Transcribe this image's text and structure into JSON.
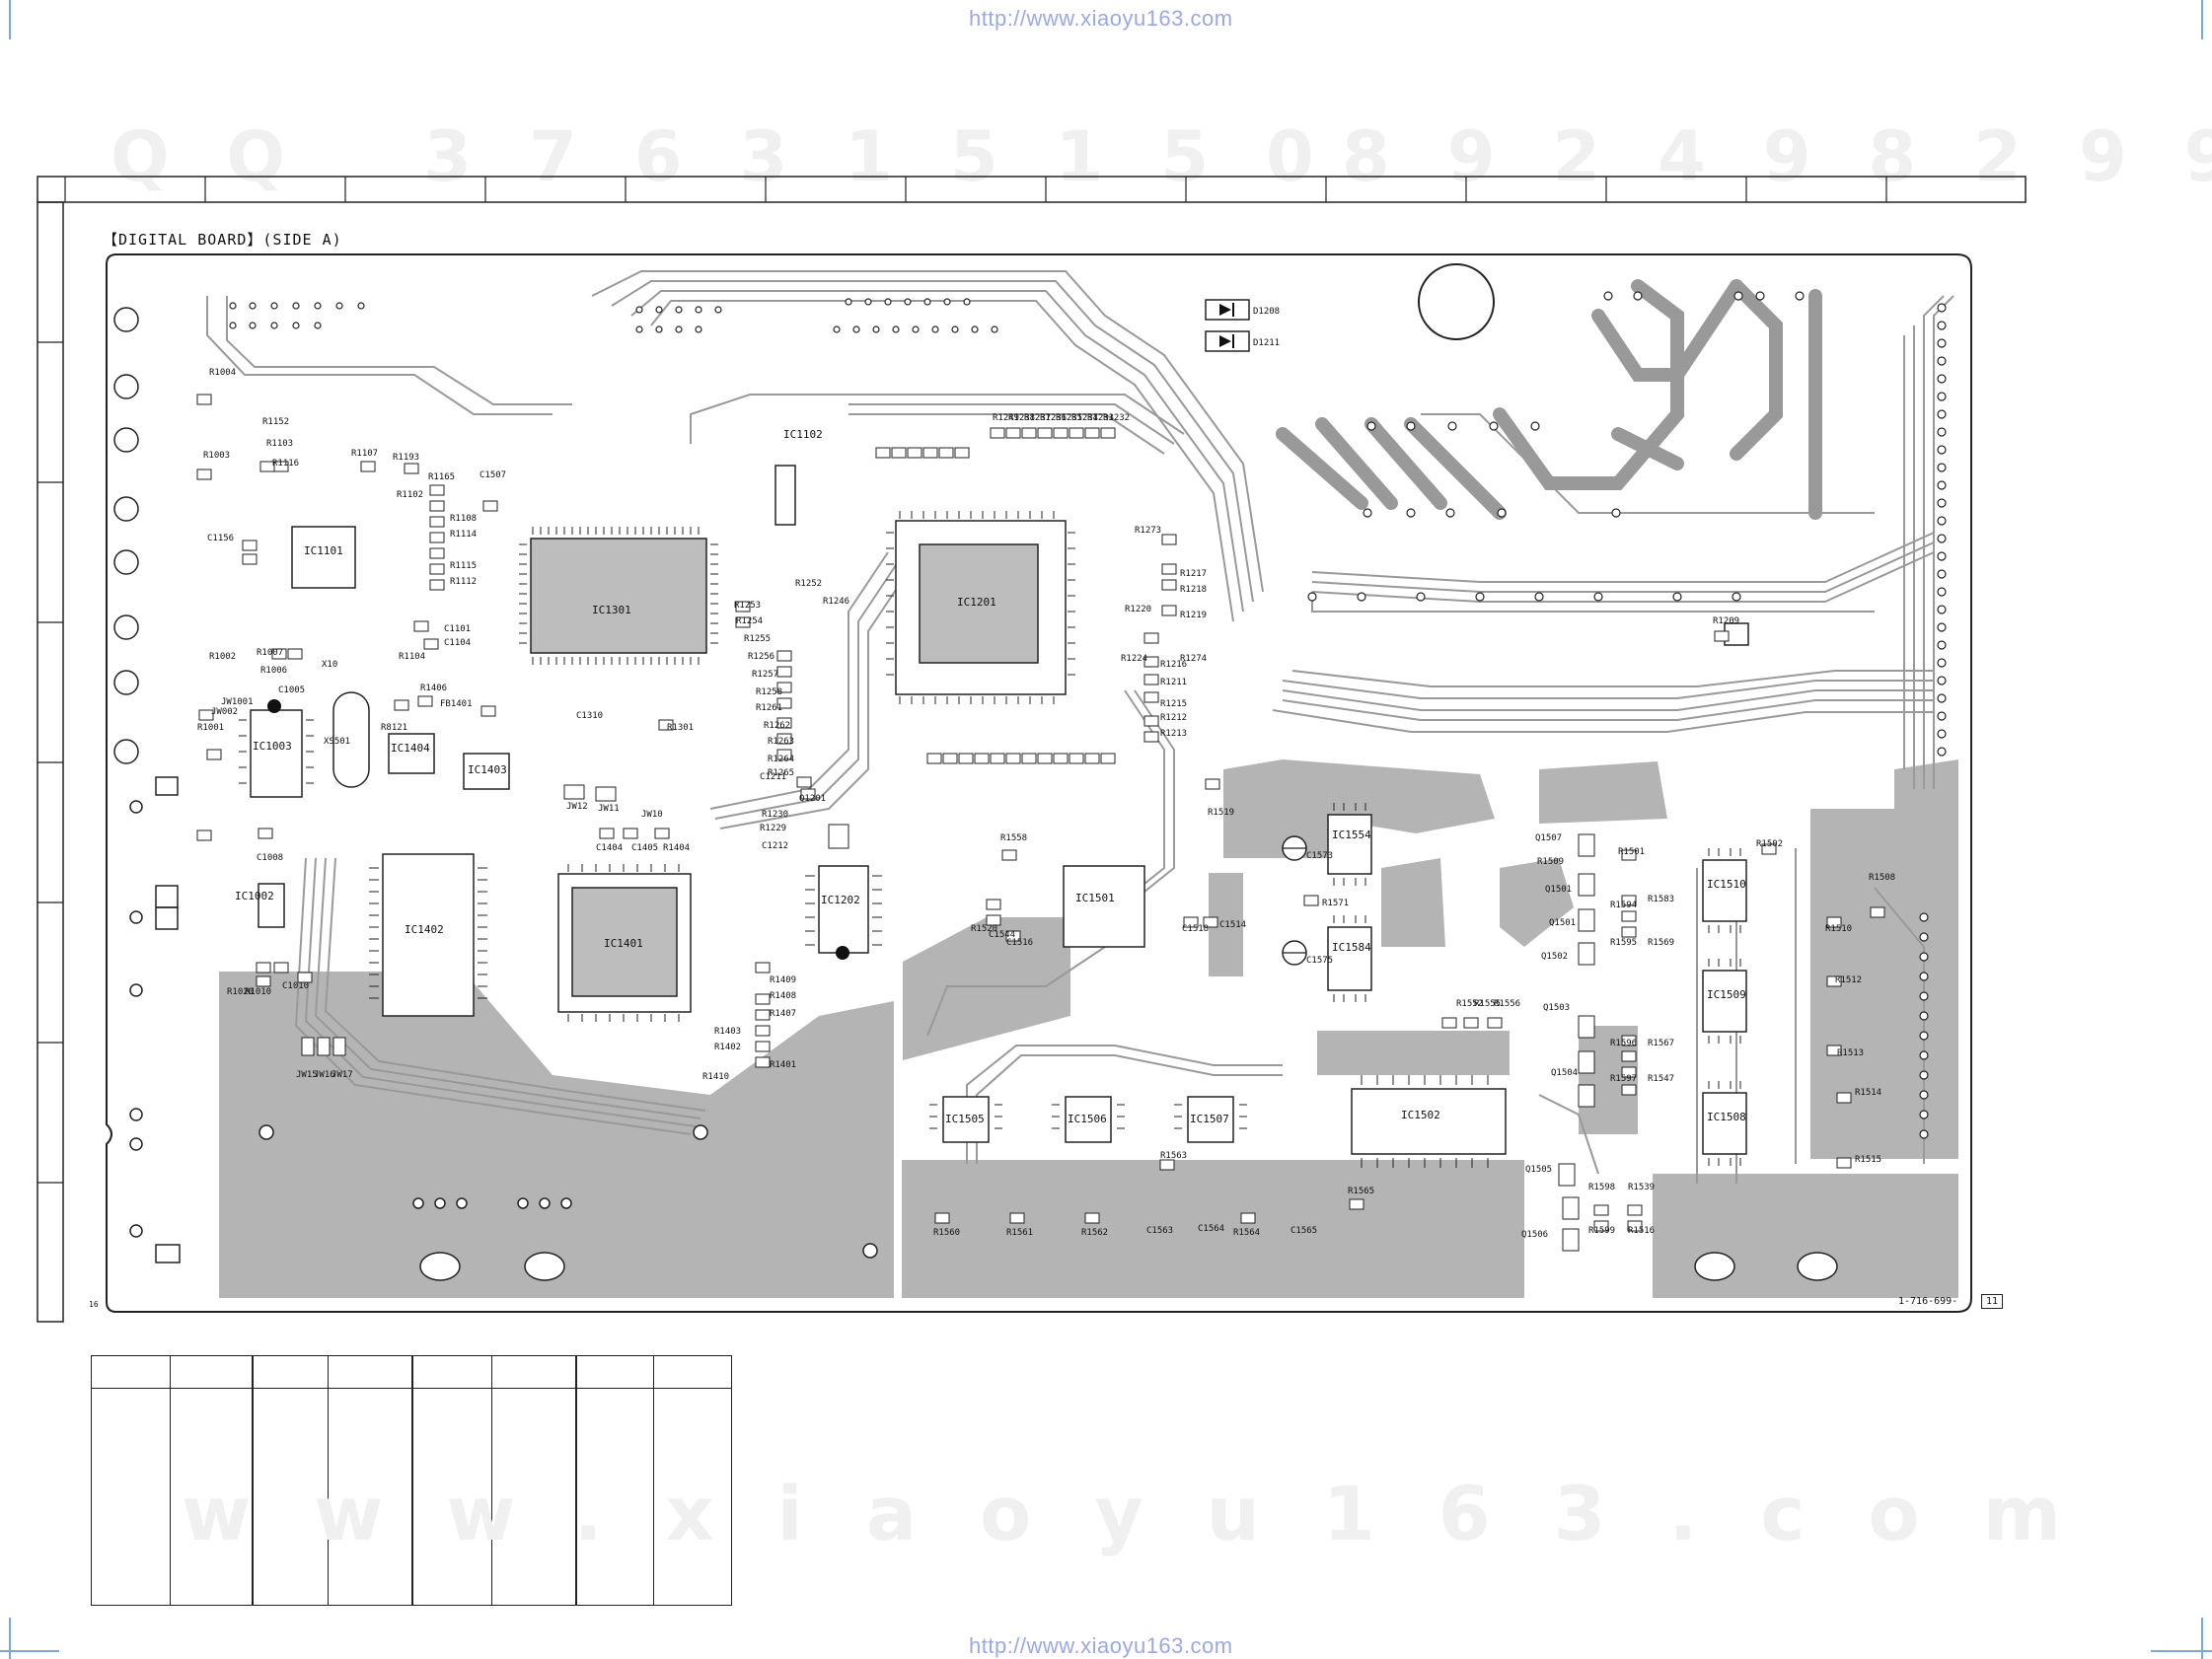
{
  "source_url_top": "http://www.xiaoyu163.com",
  "source_url_bottom": "http://www.xiaoyu163.com",
  "watermark_top_left": "QQ 376315150",
  "watermark_top_right": "892498299",
  "watermark_bottom": "www.xiaoyu163.com",
  "board_title": "【DIGITAL BOARD】(SIDE A)",
  "board_code": "1-716-699-",
  "board_code_suffix": "11",
  "corner_label": "16",
  "colors": {
    "trace": "#999999",
    "copper_fill": "#b4b4b4",
    "line": "#222222",
    "url": "#9aa8e6"
  },
  "ics": [
    {
      "ref": "IC1301"
    },
    {
      "ref": "IC1201"
    },
    {
      "ref": "IC1101"
    },
    {
      "ref": "IC1003"
    },
    {
      "ref": "IC1402"
    },
    {
      "ref": "IC1401"
    },
    {
      "ref": "IC1202"
    },
    {
      "ref": "IC1501"
    },
    {
      "ref": "IC1554"
    },
    {
      "ref": "IC1584"
    },
    {
      "ref": "IC1510"
    },
    {
      "ref": "IC1509"
    },
    {
      "ref": "IC1508"
    },
    {
      "ref": "IC1502"
    },
    {
      "ref": "IC1505"
    },
    {
      "ref": "IC1506"
    },
    {
      "ref": "IC1507"
    },
    {
      "ref": "IC1404"
    },
    {
      "ref": "IC1403"
    },
    {
      "ref": "IC1002"
    },
    {
      "ref": "IC1102"
    }
  ],
  "parts": [
    "R1004",
    "R1003",
    "R1103",
    "R1116",
    "R1152",
    "R1107",
    "R1193",
    "R1165",
    "C1507",
    "R1102",
    "R1108",
    "R1114",
    "R1115",
    "R1112",
    "C1156",
    "C1101",
    "C1104",
    "R1104",
    "X10",
    "C1005",
    "JW1001",
    "R1007",
    "R1006",
    "R1002",
    "R1001",
    "JW002",
    "XS501",
    "R8121",
    "R1406",
    "FB1401",
    "C1310",
    "R1301",
    "JW12",
    "JW11",
    "JW10",
    "C1404",
    "C1405",
    "R1404",
    "C1008",
    "C1010",
    "R1020",
    "R1010",
    "JW15",
    "JW16",
    "JW17",
    "R1249",
    "R1238",
    "R1237",
    "R1236",
    "R1235",
    "R1234",
    "R1233",
    "R1232",
    "R1273",
    "R1274",
    "R1217",
    "R1218",
    "R1219",
    "R1220",
    "R1224",
    "R1215",
    "R1216",
    "R1213",
    "R1212",
    "R1211",
    "R1253",
    "R1252",
    "R1246",
    "R1254",
    "R1255",
    "R1256",
    "R1257",
    "R1258",
    "R1261",
    "R1262",
    "R1263",
    "R1264",
    "R1265",
    "C1211",
    "Q1201",
    "R1230",
    "R1229",
    "C1212",
    "R1409",
    "R1408",
    "R1407",
    "R1403",
    "R1402",
    "R1401",
    "R1410",
    "D1208",
    "D1211",
    "R1558",
    "R1519",
    "C1573",
    "R1571",
    "C1575",
    "C1518",
    "C1514",
    "R1520",
    "C1544",
    "C1516",
    "Q1507",
    "R1509",
    "R1501",
    "R1502",
    "Q1501",
    "R1594",
    "R1583",
    "Q1501",
    "R1595",
    "R1569",
    "Q1502",
    "R1508",
    "R1510",
    "R1512",
    "Q1503",
    "R1596",
    "R1567",
    "Q1504",
    "R1597",
    "R1547",
    "R1513",
    "R1514",
    "R1515",
    "Q1505",
    "R1598",
    "R1539",
    "R1599",
    "R1516",
    "Q1506",
    "R1563",
    "R1560",
    "R1561",
    "R1562",
    "C1563",
    "C1564",
    "R1564",
    "C1565",
    "R1565",
    "R1552",
    "R1555",
    "R1556",
    "R1209"
  ],
  "bottom_table": {
    "columns": [
      "",
      "",
      "",
      "",
      "",
      "",
      "",
      ""
    ]
  }
}
